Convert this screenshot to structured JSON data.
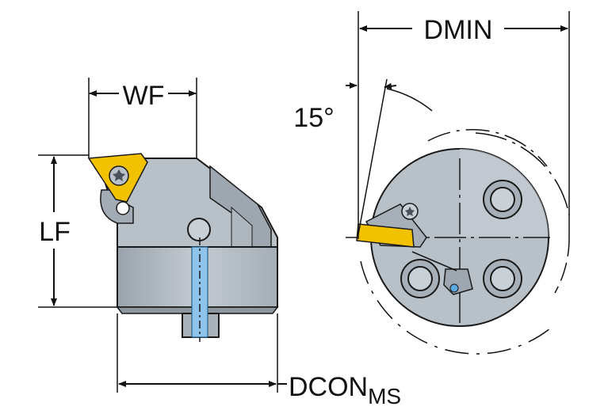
{
  "dimensions": {
    "wf": "WF",
    "lf": "LF",
    "dmin": "DMIN",
    "angle": "15°",
    "dcon_main": "DCON",
    "dcon_sub": "MS"
  },
  "colors": {
    "body_fill": "#b5bdc5",
    "body_dark": "#8e979f",
    "body_stroke": "#1a1a1a",
    "insert_yellow": "#f2c200",
    "coolant_blue": "#5aa9e0",
    "dim_line": "#111111",
    "background": "#ffffff"
  },
  "icons": {
    "insert_screw": "torx-screw-icon",
    "coolant_channel": "coolant-channel-icon"
  }
}
